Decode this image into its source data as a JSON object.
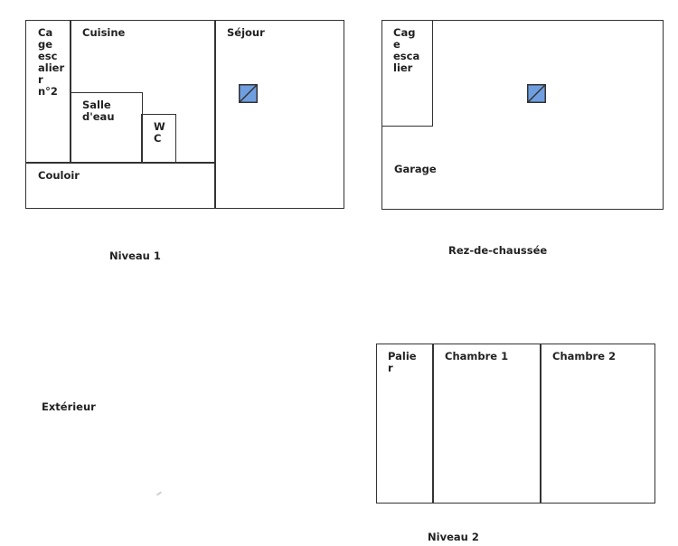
{
  "niveau1": {
    "caption": "Niveau 1",
    "rooms": {
      "cage_escalier_2": "Ca\nge\nesc\nalier\nr\nn°2",
      "cuisine": "Cuisine",
      "salle_deau": "Salle\nd'eau",
      "wc": "W\nC",
      "couloir": "Couloir",
      "sejour": "Séjour"
    },
    "icon": "stairwell-icon"
  },
  "rez_de_chaussee": {
    "caption": "Rez-de-chaussée",
    "rooms": {
      "cage_escalier": "Cag\ne\nesca\nlier",
      "garage": "Garage"
    },
    "icon": "stairwell-icon"
  },
  "niveau2": {
    "caption": "Niveau 2",
    "rooms": {
      "palier": "Palie\nr",
      "chambre1": "Chambre 1",
      "chambre2": "Chambre 2"
    }
  },
  "exterieur": {
    "label": "Extérieur"
  },
  "colors": {
    "line": "#333333",
    "icon_fill": "#6f9fe0",
    "text": "#222222"
  }
}
